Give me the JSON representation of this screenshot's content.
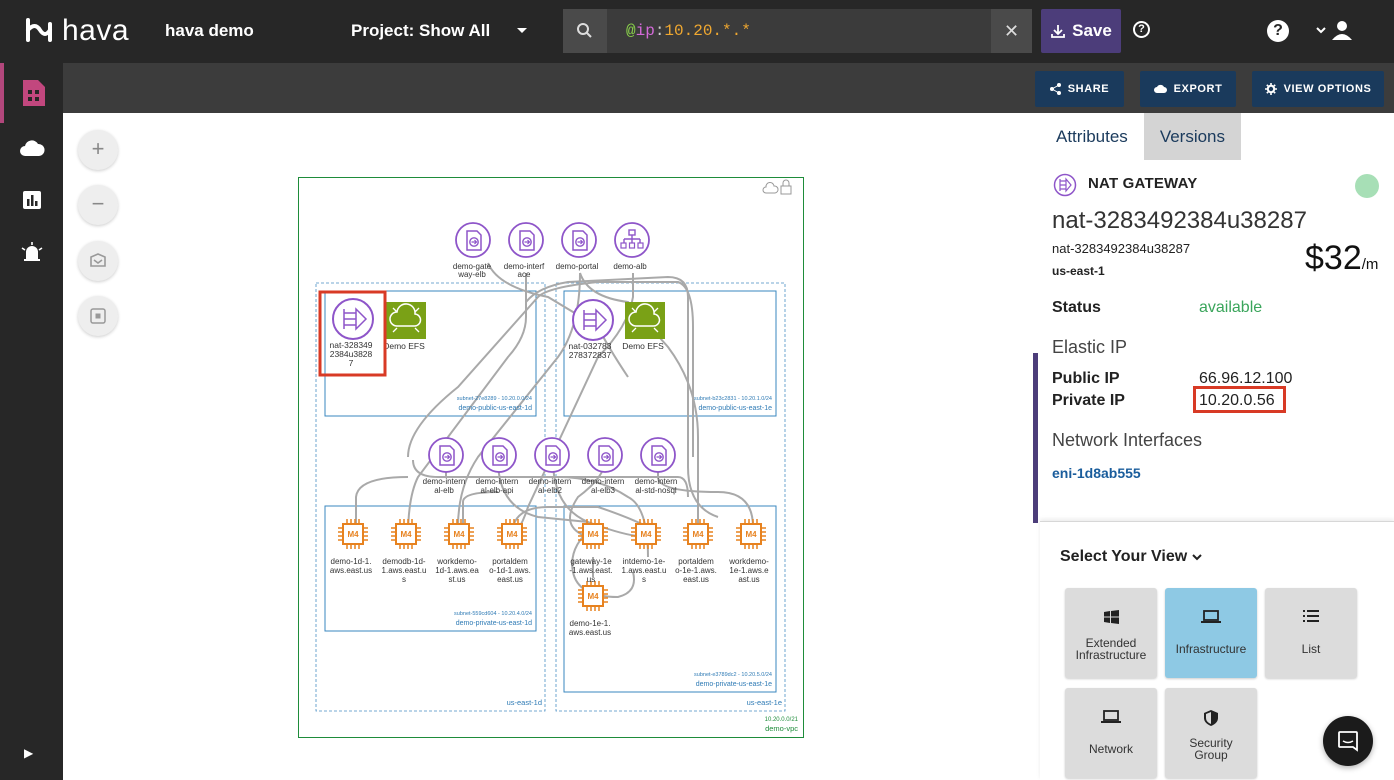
{
  "app": {
    "brand": "hava",
    "env_title": "hava demo"
  },
  "header": {
    "project_label": "Project: Show All",
    "search": {
      "at": "@",
      "key": "ip",
      "colon": ":",
      "value": "10.20.*.*"
    },
    "save_label": "Save"
  },
  "actions": {
    "share": "SHARE",
    "export": "EXPORT",
    "view_options": "VIEW OPTIONS"
  },
  "zoom": {
    "in": "+",
    "out": "−"
  },
  "diagram": {
    "vpc": {
      "name": "demo-vpc",
      "cidr": "10.20.0.0/21"
    },
    "azs": [
      {
        "name": "us-east-1d"
      },
      {
        "name": "us-east-1e"
      }
    ],
    "subnets": [
      {
        "id": "subnet-27e8289 - 10.20.0.0/24",
        "name": "demo-public-us-east-1d"
      },
      {
        "id": "subnet-b23c2831 - 10.20.1.0/24",
        "name": "demo-public-us-east-1e"
      },
      {
        "id": "subnet-559cd604 - 10.20.4.0/24",
        "name": "demo-private-us-east-1d"
      },
      {
        "id": "subnet-e3789dc2 - 10.20.5.0/24",
        "name": "demo-private-us-east-1e"
      }
    ],
    "lbs": [
      {
        "l1": "demo-gate",
        "l2": "way-elb"
      },
      {
        "l1": "demo-interf",
        "l2": "ace"
      },
      {
        "l1": "demo-portal",
        "l2": ""
      },
      {
        "l1": "demo-alb",
        "l2": ""
      }
    ],
    "nat1": {
      "l1": "nat-328349",
      "l2": "2384u3828",
      "l3": "7"
    },
    "efs1": "Demo EFS",
    "nat2": {
      "l1": "nat-032783",
      "l2": "278372837"
    },
    "efs2": "Demo EFS",
    "internal_lbs": [
      {
        "l1": "demo-intern",
        "l2": "al-elb"
      },
      {
        "l1": "demo-intern",
        "l2": "al-elb-api"
      },
      {
        "l1": "demo-intern",
        "l2": "al-elb2"
      },
      {
        "l1": "demo-intern",
        "l2": "al-elb3"
      },
      {
        "l1": "demo-intern",
        "l2": "al-std-nosql"
      }
    ],
    "instance_label": "M4",
    "instances_d": [
      {
        "l1": "demo-1d-1.",
        "l2": "aws.east.us",
        "l3": ""
      },
      {
        "l1": "demodb-1d-",
        "l2": "1.aws.east.u",
        "l3": "s"
      },
      {
        "l1": "workdemo-",
        "l2": "1d-1.aws.ea",
        "l3": "st.us"
      },
      {
        "l1": "portaldem",
        "l2": "o-1d-1.aws.",
        "l3": "east.us"
      }
    ],
    "instances_e": [
      {
        "l1": "gateway-1e",
        "l2": "-1.aws.east.",
        "l3": "us"
      },
      {
        "l1": "intdemo-1e-",
        "l2": "1.aws.east.u",
        "l3": "s"
      },
      {
        "l1": "portaldem",
        "l2": "o-1e-1.aws.",
        "l3": "east.us"
      },
      {
        "l1": "workdemo-",
        "l2": "1e-1.aws.e",
        "l3": "ast.us"
      }
    ],
    "instance_extra": {
      "l1": "demo-1e-1.",
      "l2": "aws.east.us"
    }
  },
  "panel": {
    "tabs": [
      "Attributes",
      "Versions"
    ],
    "resource_type": "NAT GATEWAY",
    "resource_name": "nat-3283492384u38287",
    "resource_id": "nat-3283492384u38287",
    "region": "us-east-1",
    "cost": "$32",
    "cost_unit": "/m",
    "status_label": "Status",
    "status_value": "available",
    "elastic_ip_heading": "Elastic IP",
    "public_ip_label": "Public IP",
    "public_ip": "66.96.12.100",
    "private_ip_label": "Private IP",
    "private_ip": "10.20.0.56",
    "network_interfaces_heading": "Network Interfaces",
    "eni": "eni-1d8ab555",
    "status_color": "#a7dfb6"
  },
  "views": {
    "title": "Select Your View",
    "cards": [
      {
        "l1": "Extended",
        "l2": "Infrastructure",
        "icon": "windows-icon"
      },
      {
        "l1": "Infrastructure",
        "l2": "",
        "icon": "laptop-icon"
      },
      {
        "l1": "List",
        "l2": "",
        "icon": "list-icon"
      },
      {
        "l1": "Network",
        "l2": "",
        "icon": "laptop-icon"
      },
      {
        "l1": "Security",
        "l2": "Group",
        "icon": "shield-icon"
      }
    ],
    "selected": "Infrastructure"
  },
  "colors": {
    "accent": "#4c3d7a",
    "highlight": "#d83a25",
    "action_blue": "#1a3a5c",
    "ec2_orange": "#e7821f",
    "elb_purple": "#8e55c9",
    "efs_green": "#7aa116"
  }
}
